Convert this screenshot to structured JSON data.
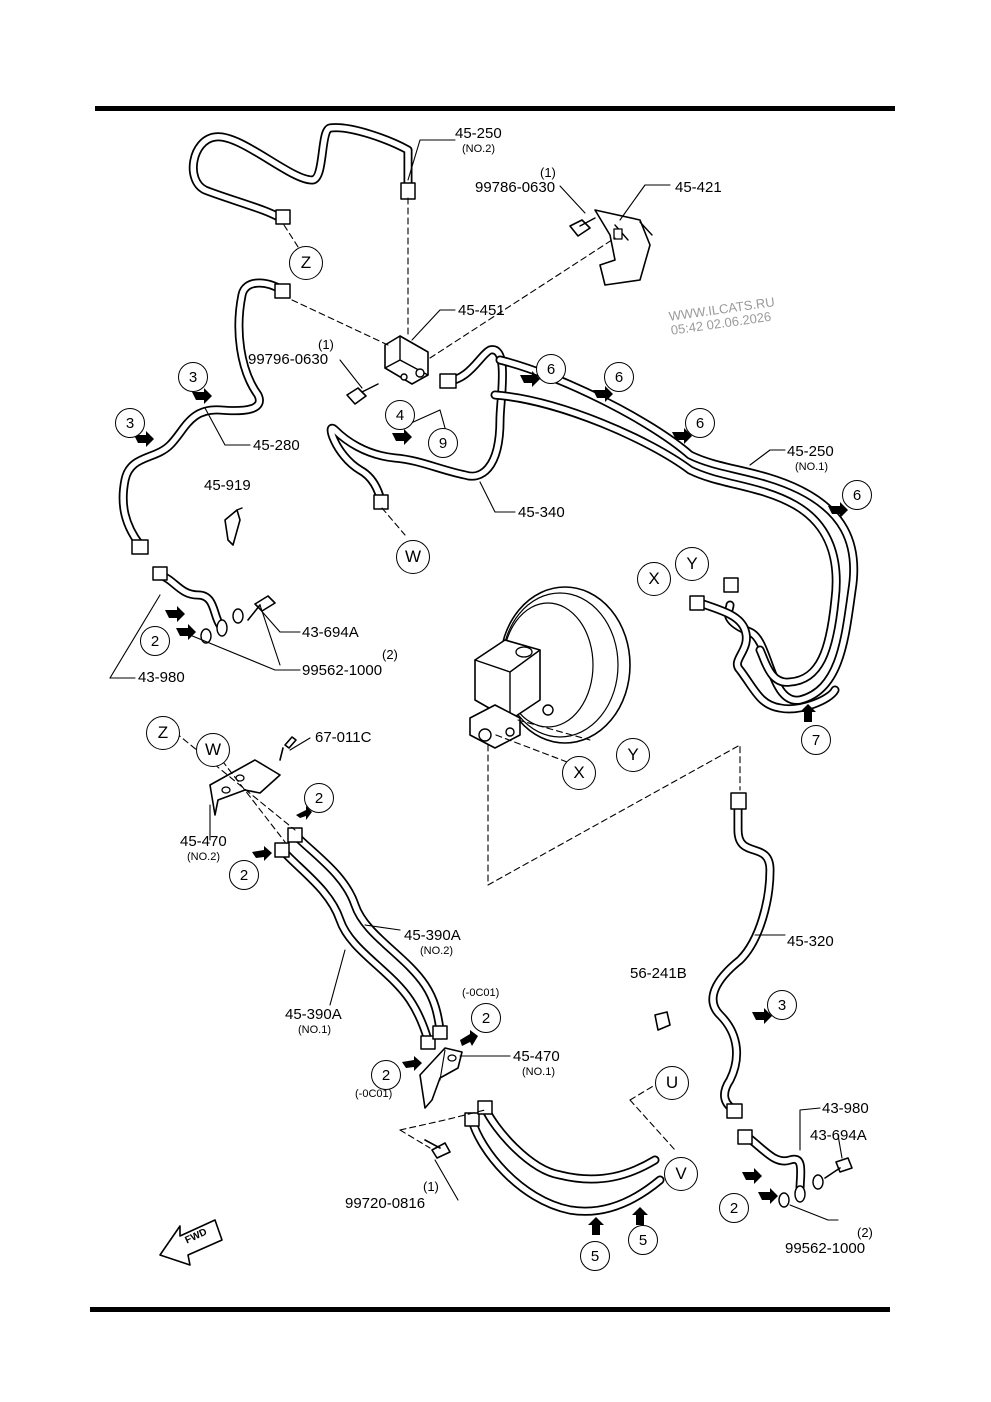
{
  "watermark": {
    "line1": "WWW.ILCATS.RU",
    "line2": "05:42 02.06.2026"
  },
  "fwd_label": "FWD",
  "parts": {
    "p45_250_no2": "45-250",
    "p45_250_no2_sub": "(NO.2)",
    "p99786_qty": "(1)",
    "p99786": "99786-0630",
    "p45_421": "45-421",
    "p45_451": "45-451",
    "p99796_qty": "(1)",
    "p99796": "99796-0630",
    "p45_280": "45-280",
    "p45_919": "45-919",
    "p45_340": "45-340",
    "p45_250_no1": "45-250",
    "p45_250_no1_sub": "(NO.1)",
    "p43_694a_l": "43-694A",
    "p99562_l_qty": "(2)",
    "p99562_l": "99562-1000",
    "p43_980_l": "43-980",
    "p67_011c": "67-011C",
    "p45_470_no2": "45-470",
    "p45_470_no2_sub": "(NO.2)",
    "p45_390a_no2": "45-390A",
    "p45_390a_no2_sub": "(NO.2)",
    "p45_390a_no1": "45-390A",
    "p45_390a_no1_sub": "(NO.1)",
    "p0c01_a": "(-0C01)",
    "p45_470_no1": "45-470",
    "p45_470_no1_sub": "(NO.1)",
    "p0c01_b": "(-0C01)",
    "p99720_qty": "(1)",
    "p99720": "99720-0816",
    "p56_241b": "56-241B",
    "p45_320": "45-320",
    "p43_980_r": "43-980",
    "p43_694a_r": "43-694A",
    "p99562_r_qty": "(2)",
    "p99562_r": "99562-1000"
  },
  "refs": {
    "Z": "Z",
    "W": "W",
    "X": "X",
    "Y": "Y",
    "U": "U",
    "V": "V",
    "n2": "2",
    "n3": "3",
    "n4": "4",
    "n5": "5",
    "n6": "6",
    "n7": "7",
    "n9": "9"
  }
}
